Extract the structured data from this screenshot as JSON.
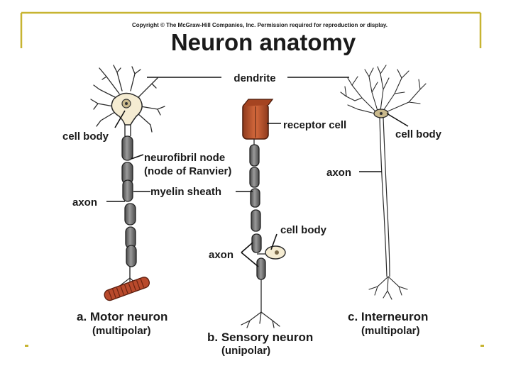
{
  "copyright": "Copyright © The McGraw-Hill Companies, Inc. Permission required for reproduction or display.",
  "title": "Neuron anatomy",
  "labels": {
    "dendrite": "dendrite",
    "cell_body_motor": "cell body",
    "neurofibril_node_1": "neurofibril node",
    "neurofibril_node_2": "(node of Ranvier)",
    "myelin_sheath": "myelin sheath",
    "axon_motor": "axon",
    "receptor_cell": "receptor cell",
    "cell_body_sensory": "cell body",
    "axon_sensory": "axon",
    "cell_body_inter": "cell body",
    "axon_inter": "axon"
  },
  "captions": {
    "motor": "a. Motor neuron",
    "motor_sub": "(multipolar)",
    "sensory": "b. Sensory neuron",
    "sensory_sub": "(unipolar)",
    "inter": "c. Interneuron",
    "inter_sub": "(multipolar)"
  },
  "colors": {
    "frame": "#c7b431",
    "cell_fill": "#f5ecd2",
    "myelin": "#6f6f6f",
    "receptor": "#c0532c",
    "muscle": "#b94a2c"
  }
}
